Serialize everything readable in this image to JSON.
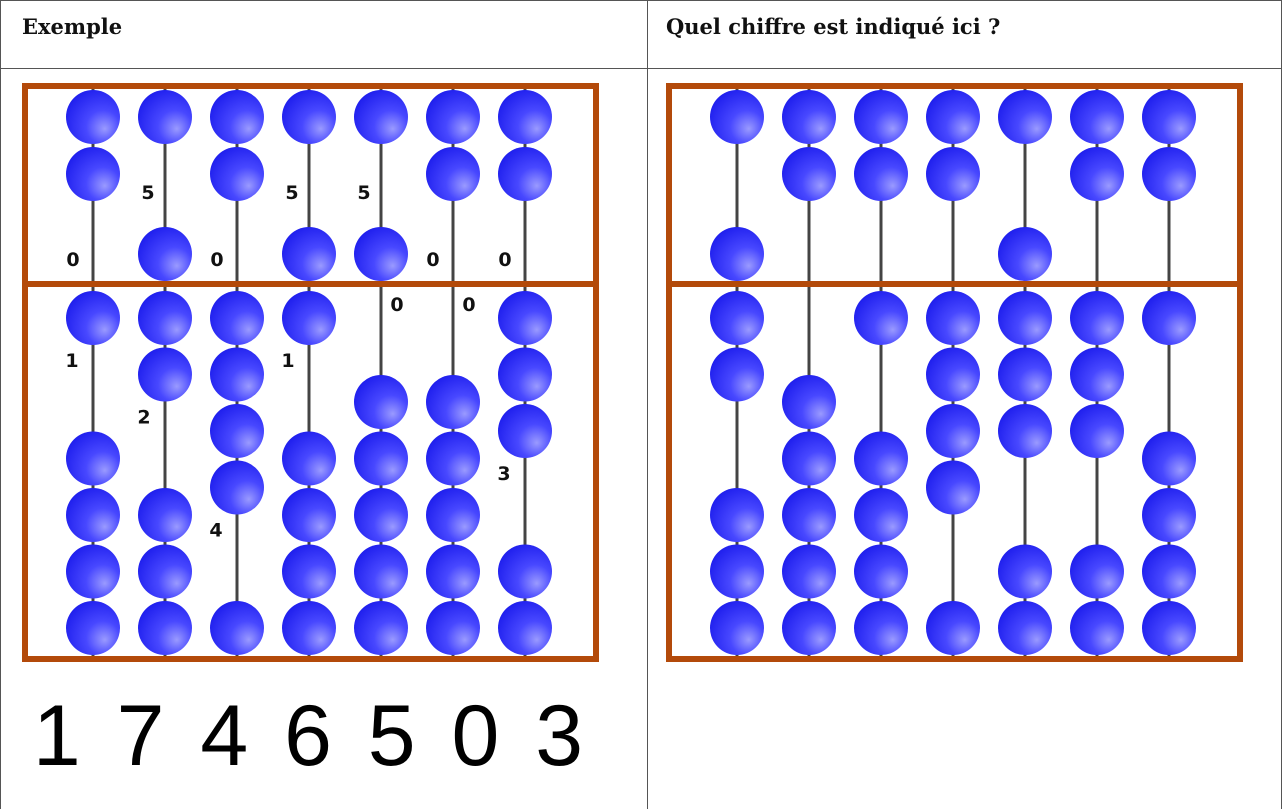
{
  "example": {
    "title": "Exemple",
    "answer": "1 7 4 6 5 0 3",
    "columns": [
      {
        "upper_label": "0",
        "lower_label": "1",
        "upper_value": 0,
        "lower_value": 1
      },
      {
        "upper_label": "5",
        "lower_label": "2",
        "upper_value": 5,
        "lower_value": 2
      },
      {
        "upper_label": "0",
        "lower_label": "4",
        "upper_value": 0,
        "lower_value": 4
      },
      {
        "upper_label": "5",
        "lower_label": "1",
        "upper_value": 5,
        "lower_value": 1
      },
      {
        "upper_label": "5",
        "lower_label": "0",
        "upper_value": 5,
        "lower_value": 0
      },
      {
        "upper_label": "0",
        "lower_label": "0",
        "upper_value": 0,
        "lower_value": 0
      },
      {
        "upper_label": "0",
        "lower_label": "3",
        "upper_value": 0,
        "lower_value": 3
      }
    ]
  },
  "question": {
    "title": "Quel chiffre est indiqué ici ?",
    "columns": [
      {
        "upper_value": 5,
        "lower_value": 2
      },
      {
        "upper_value": 0,
        "lower_value": 0
      },
      {
        "upper_value": 0,
        "lower_value": 1
      },
      {
        "upper_value": 0,
        "lower_value": 4
      },
      {
        "upper_value": 5,
        "lower_value": 3
      },
      {
        "upper_value": 0,
        "lower_value": 3
      },
      {
        "upper_value": 0,
        "lower_value": 1
      }
    ]
  },
  "colors": {
    "frame": "#b34a0a",
    "bead": "#2020ee",
    "rod": "#444444",
    "grid": "#555555"
  }
}
